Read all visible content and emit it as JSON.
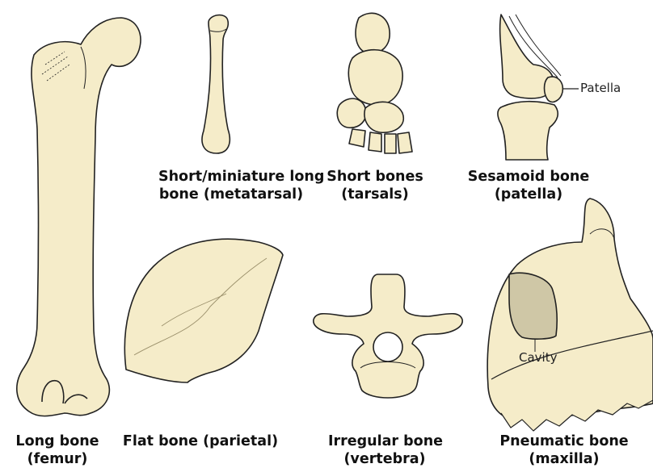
{
  "colors": {
    "bone": "#f5ecc9",
    "outline": "#222222",
    "cavity": "#cfc7a6",
    "shade": "#e9e0bd"
  },
  "captions": {
    "long": {
      "line1": "Long bone",
      "line2": "(femur)"
    },
    "flat": {
      "line1": "Flat bone (parietal)"
    },
    "short_long": {
      "line1": "Short/miniature long",
      "line2": "bone (metatarsal)"
    },
    "short": {
      "line1": "Short bones",
      "line2": "(tarsals)"
    },
    "sesamoid": {
      "line1": "Sesamoid bone",
      "line2": "(patella)"
    },
    "irregular": {
      "line1": "Irregular bone",
      "line2": "(vertebra)"
    },
    "pneumatic": {
      "line1": "Pneumatic bone",
      "line2": "(maxilla)"
    }
  },
  "labels": {
    "patella": "Patella",
    "cavity": "Cavity"
  }
}
